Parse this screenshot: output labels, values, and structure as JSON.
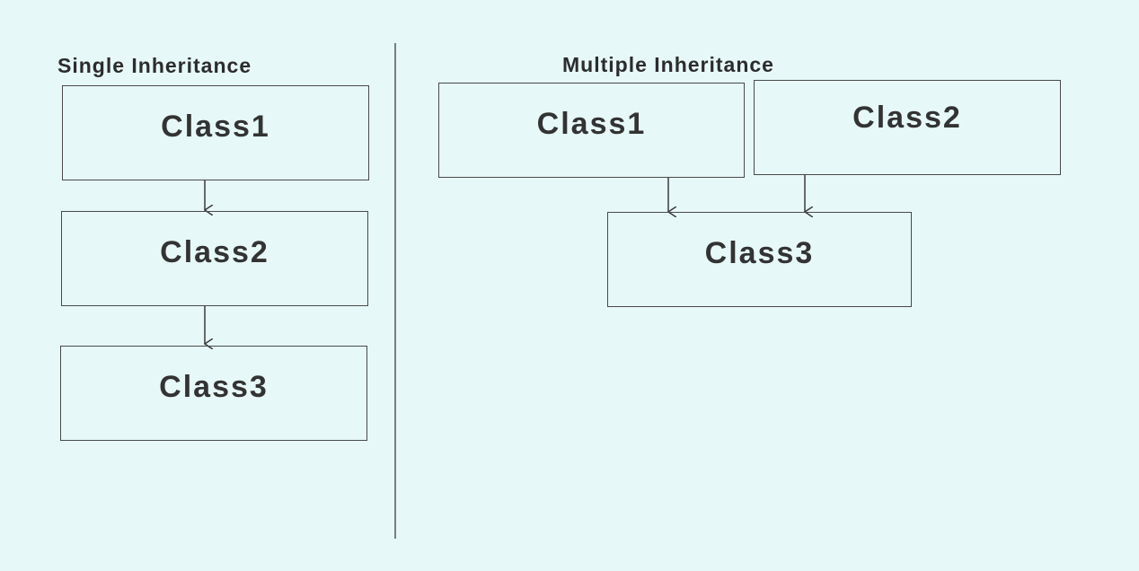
{
  "single": {
    "title": "Single Inheritance",
    "classes": [
      "Class1",
      "Class2",
      "Class3"
    ]
  },
  "multiple": {
    "title": "Multiple Inheritance",
    "classes": [
      "Class1",
      "Class2",
      "Class3"
    ]
  },
  "relations": {
    "single": [
      [
        "Class1",
        "Class2"
      ],
      [
        "Class2",
        "Class3"
      ]
    ],
    "multiple": [
      [
        "Class1",
        "Class3"
      ],
      [
        "Class2",
        "Class3"
      ]
    ]
  }
}
